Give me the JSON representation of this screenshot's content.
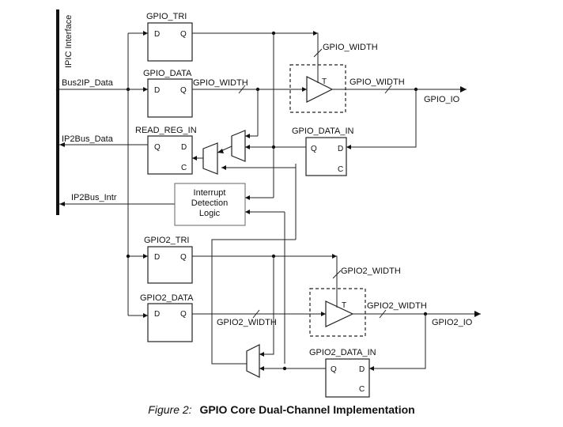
{
  "bus_label": "IPIC Interface",
  "signals": {
    "bus2ip_data": "Bus2IP_Data",
    "ip2bus_data": "IP2Bus_Data",
    "ip2bus_intr": "IP2Bus_Intr",
    "gpio_io": "GPIO_IO",
    "gpio2_io": "GPIO2_IO"
  },
  "blocks": {
    "gpio_tri": "GPIO_TRI",
    "gpio_data": "GPIO_DATA",
    "read_reg_in": "READ_REG_IN",
    "gpio_data_in": "GPIO_DATA_IN",
    "gpio2_tri": "GPIO2_TRI",
    "gpio2_data": "GPIO2_DATA",
    "gpio2_data_in": "GPIO2_DATA_IN"
  },
  "interrupt_logic": [
    "Interrupt",
    "Detection",
    "Logic"
  ],
  "width_labels": {
    "gpio_width": "GPIO_WIDTH",
    "gpio2_width": "GPIO2_WIDTH"
  },
  "pins": {
    "d": "D",
    "q": "Q",
    "c": "C",
    "t": "T"
  },
  "caption": {
    "number": "Figure 2:",
    "title": "GPIO Core Dual-Channel Implementation"
  }
}
